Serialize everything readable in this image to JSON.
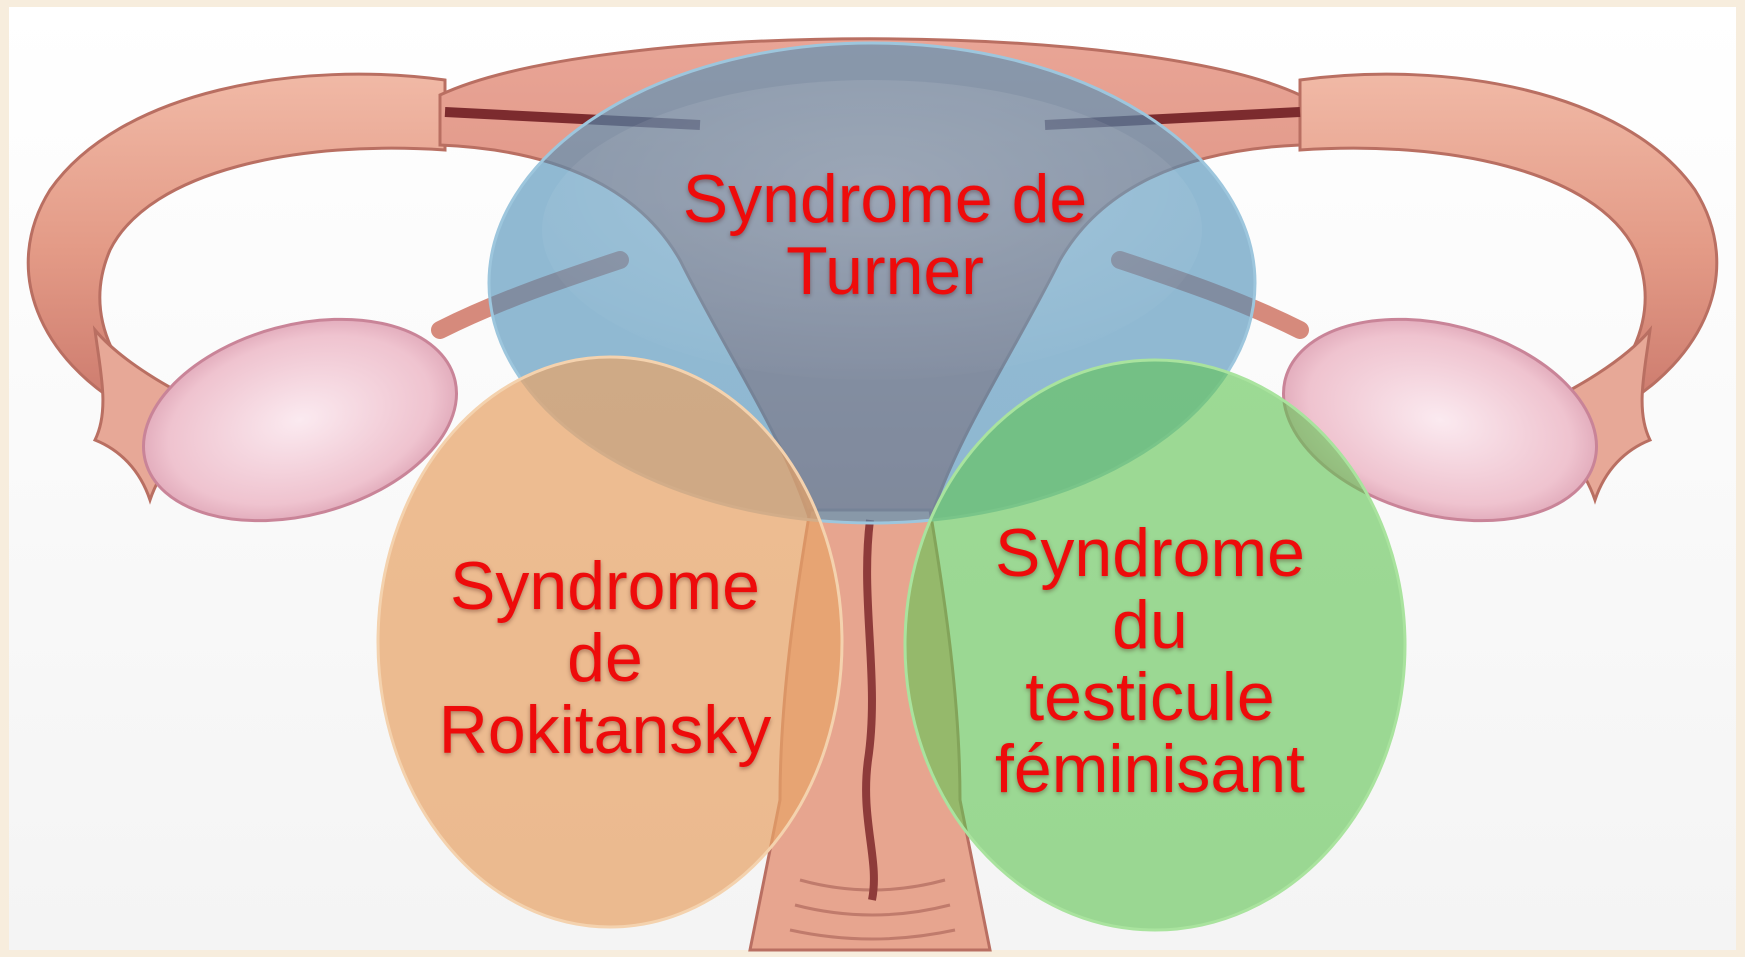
{
  "colors": {
    "label_text": "#ee0b0b",
    "turner_circle": "#4e90b8",
    "rokitansky_circle": "#e7a368",
    "testicule_circle": "#63c556",
    "anatomy_tube": "#e4a08c",
    "anatomy_ovary": "#f0c9d2",
    "page_border": "#f7eddd"
  },
  "background_illustration": {
    "subject": "uterus-anatomy-illustration",
    "icon": "uterus-icon"
  },
  "venn": {
    "circles": [
      {
        "id": "turner",
        "color_key": "turner_circle",
        "label_lines": [
          "Syndrome de",
          "Turner"
        ]
      },
      {
        "id": "rokitansky",
        "color_key": "rokitansky_circle",
        "label_lines": [
          "Syndrome",
          "de",
          "Rokitansky"
        ]
      },
      {
        "id": "testicule",
        "color_key": "testicule_circle",
        "label_lines": [
          "Syndrome",
          "du",
          "testicule",
          "féminisant"
        ]
      }
    ]
  }
}
